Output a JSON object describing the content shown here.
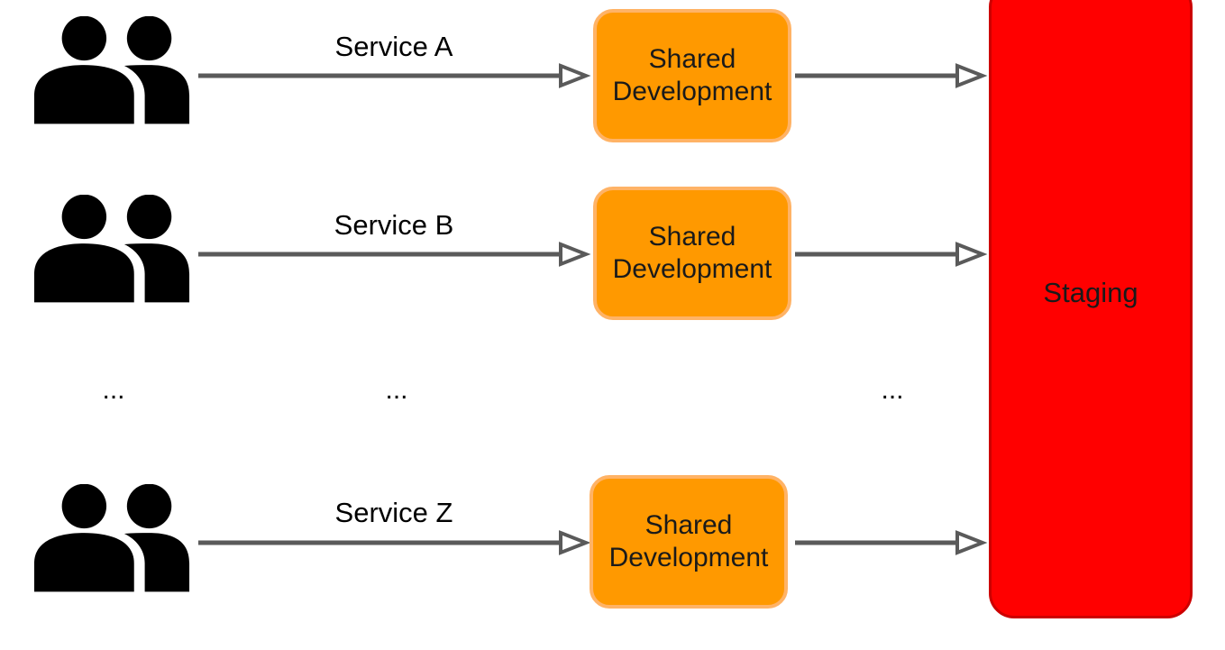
{
  "colors": {
    "arrow": "#5a5a5a",
    "dev_fill": "#ff9900",
    "dev_border": "#ffb366",
    "staging_fill": "#ff0000",
    "icon": "#000000"
  },
  "rows": [
    {
      "icon": "users-icon",
      "service_label": "Service A",
      "dev_label": "Shared Development"
    },
    {
      "icon": "users-icon",
      "service_label": "Service B",
      "dev_label": "Shared Development"
    },
    {
      "icon": "users-icon",
      "service_label": "Service Z",
      "dev_label": "Shared Development"
    }
  ],
  "ellipses": [
    "...",
    "...",
    "..."
  ],
  "staging": {
    "label": "Staging"
  }
}
